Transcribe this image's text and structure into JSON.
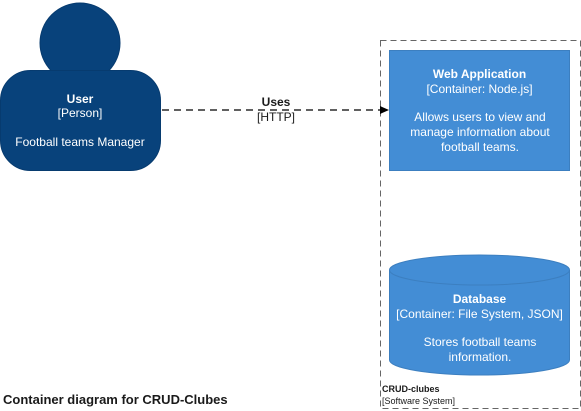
{
  "person": {
    "name": "User",
    "type": "[Person]",
    "description": "Football teams Manager",
    "color": "#08427B"
  },
  "relationship": {
    "label": "Uses",
    "technology": "[HTTP]"
  },
  "web_app": {
    "name": "Web Application",
    "type": "[Container: Node.js]",
    "description": "Allows users to view and manage information about football teams.",
    "color": "#438DD5"
  },
  "database": {
    "name": "Database",
    "type": "[Container: File System, JSON]",
    "description": "Stores football teams information.",
    "color": "#438DD5"
  },
  "boundary": {
    "name": "CRUD-clubes",
    "type": "[Software System]"
  },
  "diagram": {
    "title": "Container diagram for CRUD-Clubes"
  }
}
